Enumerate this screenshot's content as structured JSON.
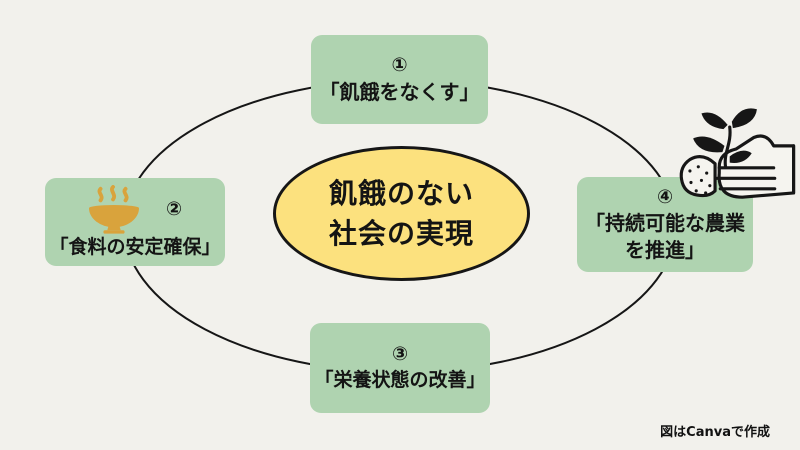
{
  "title": "飢餓のない社会の実現（SDGs目標2の図解）",
  "colors": {
    "background": "#f2f1ec",
    "node_green": "#afd3b0",
    "center_yellow": "#fce17e",
    "bowl_gold": "#d9a33c",
    "line_black": "#161616"
  },
  "center": {
    "line1": "飢餓のない",
    "line2": "社会の実現"
  },
  "nodes": {
    "top": {
      "number": "①",
      "label": "「飢餓をなくす」"
    },
    "left": {
      "number": "②",
      "label": "「食料の安定確保」"
    },
    "bottom": {
      "number": "③",
      "label": "「栄養状態の改善」"
    },
    "right": {
      "number": "④",
      "label_line1": "「持続可能な農業",
      "label_line2": "を推進」"
    }
  },
  "icons": {
    "bowl": "steaming-food-bowl-icon",
    "hand": "hand-planting-seedling-icon"
  },
  "credit": "図はCanvaで作成"
}
